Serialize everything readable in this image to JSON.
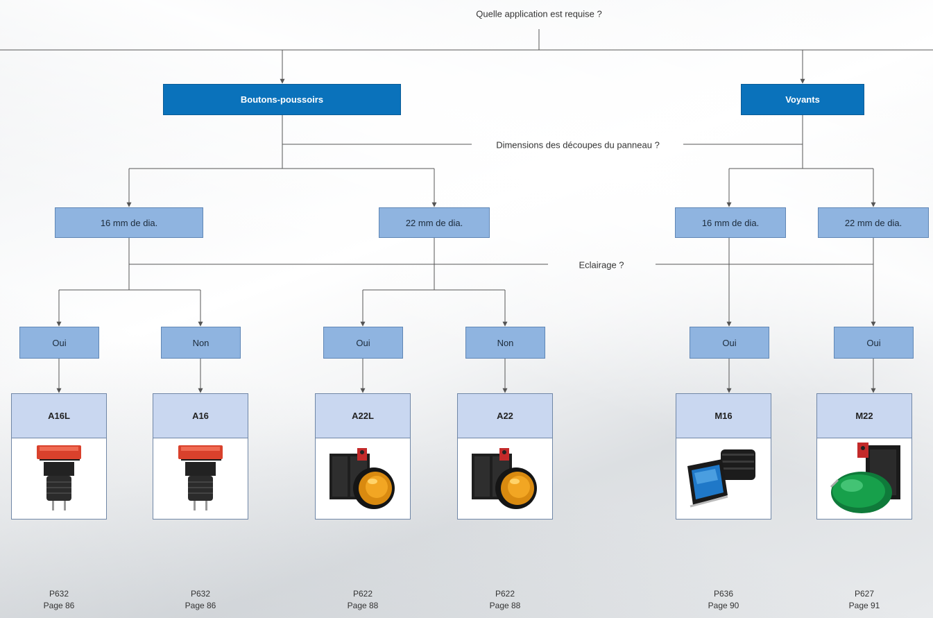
{
  "question_application": "Quelle application est requise ?",
  "question_panel": "Dimensions des découpes du panneau ?",
  "question_lighting": "Eclairage ?",
  "categories": {
    "push_buttons": "Boutons-poussoirs",
    "indicators": "Voyants"
  },
  "sizes": {
    "pb_16": "16 mm de dia.",
    "pb_22": "22 mm de dia.",
    "ind_16": "16 mm de dia.",
    "ind_22": "22 mm de dia."
  },
  "answers": {
    "a16l": "Oui",
    "a16": "Non",
    "a22l": "Oui",
    "a22": "Non",
    "m16": "Oui",
    "m22": "Oui"
  },
  "products": [
    {
      "name": "A16L",
      "code": "P632",
      "page": "Page 86",
      "image_icon": "red-square-pushbutton-icon"
    },
    {
      "name": "A16",
      "code": "P632",
      "page": "Page 86",
      "image_icon": "red-square-pushbutton-icon"
    },
    {
      "name": "A22L",
      "code": "P622",
      "page": "Page 88",
      "image_icon": "yellow-round-pushbutton-icon"
    },
    {
      "name": "A22",
      "code": "P622",
      "page": "Page 88",
      "image_icon": "yellow-round-pushbutton-icon"
    },
    {
      "name": "M16",
      "code": "P636",
      "page": "Page 90",
      "image_icon": "blue-square-indicator-icon"
    },
    {
      "name": "M22",
      "code": "P627",
      "page": "Page 91",
      "image_icon": "green-round-indicator-icon"
    }
  ],
  "colors": {
    "category_box": "#0a72bb",
    "option_box": "#8fb4e0",
    "card_header": "#c9d7f0",
    "line": "#555555"
  }
}
